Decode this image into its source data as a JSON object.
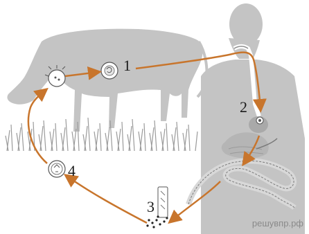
{
  "labels": {
    "stage1": "1",
    "stage2": "2",
    "stage3": "3",
    "stage4": "4"
  },
  "watermark": "решувпр.рф",
  "colors": {
    "arrow": "#c8752c",
    "silhouette": "#c4c4c4",
    "organ": "#a9a9a9",
    "grass": "#9a9a9a"
  }
}
